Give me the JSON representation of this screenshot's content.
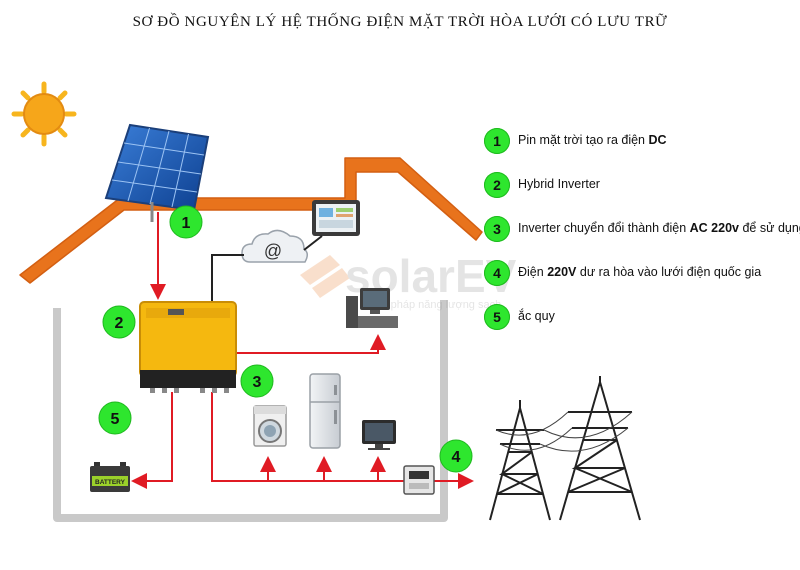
{
  "title": "SƠ ĐỒ NGUYÊN LÝ HỆ THỐNG ĐIỆN MẶT TRỜI HÒA LƯỚI CÓ LƯU TRỮ",
  "watermark": {
    "brand": "solarEV",
    "tagline": "Giải pháp năng lượng sạch"
  },
  "markers": [
    "1",
    "2",
    "3",
    "4",
    "5"
  ],
  "battery_label": "BATTERY",
  "cloud_symbol": "@",
  "legend": [
    {
      "num": "1",
      "pre": "Pin mặt trời tạo ra điện ",
      "bold": "DC",
      "post": ""
    },
    {
      "num": "2",
      "pre": "Hybrid Inverter",
      "bold": "",
      "post": ""
    },
    {
      "num": "3",
      "pre": "Inverter chuyển đổi thành điện ",
      "bold": "AC 220v",
      "post": " để sử dụng"
    },
    {
      "num": "4",
      "pre": "Điện ",
      "bold": "220V",
      "post": " dư ra hòa vào lưới điện quốc gia"
    },
    {
      "num": "5",
      "pre": "ắc quy",
      "bold": "",
      "post": ""
    }
  ],
  "colors": {
    "roof": "#e8731c",
    "wall": "#c9c9c9",
    "wire": "#e01b24",
    "marker": "#2ee62e",
    "inverter": "#f5b80f"
  }
}
